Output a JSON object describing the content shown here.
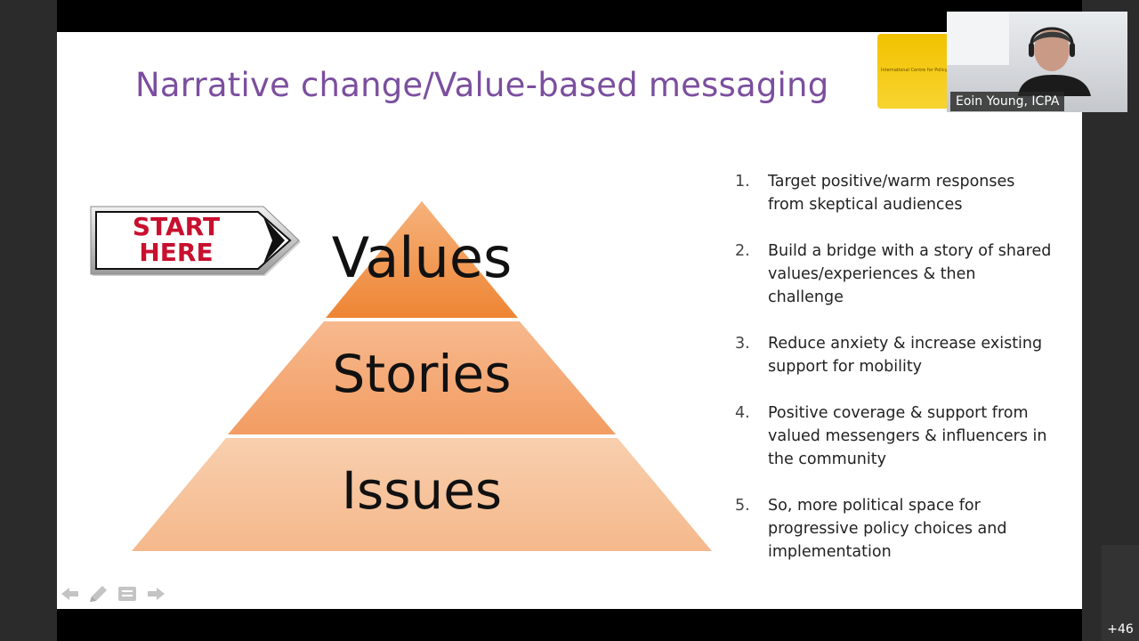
{
  "slide": {
    "title": "Narrative change/Value-based messaging",
    "logo_text": "International Centre for Policy",
    "start_sign": {
      "line1": "START",
      "line2": "HERE"
    },
    "pyramid": {
      "levels": [
        "Values",
        "Stories",
        "Issues"
      ],
      "colors": {
        "top": "#ef8a3f",
        "middle": "#f4a877",
        "bottom": "#f7c7a3"
      }
    },
    "steps": [
      {
        "num": "1.",
        "text": "Target positive/warm responses from skeptical audiences"
      },
      {
        "num": "2.",
        "text": "Build a bridge with a story of shared values/experiences & then challenge"
      },
      {
        "num": "3.",
        "text": "Reduce anxiety & increase existing support for mobility"
      },
      {
        "num": "4.",
        "text": "Positive coverage & support from valued messengers & influencers in the community"
      },
      {
        "num": "5.",
        "text": "So, more political space for progressive policy choices and implementation"
      }
    ],
    "controls": [
      "arrow-left-icon",
      "pen-icon",
      "menu-icon",
      "arrow-right-icon"
    ],
    "title_color": "#7b4f9e"
  },
  "video": {
    "name": "Eoin Young, ICPA"
  },
  "participants": {
    "more_count": "+46"
  }
}
